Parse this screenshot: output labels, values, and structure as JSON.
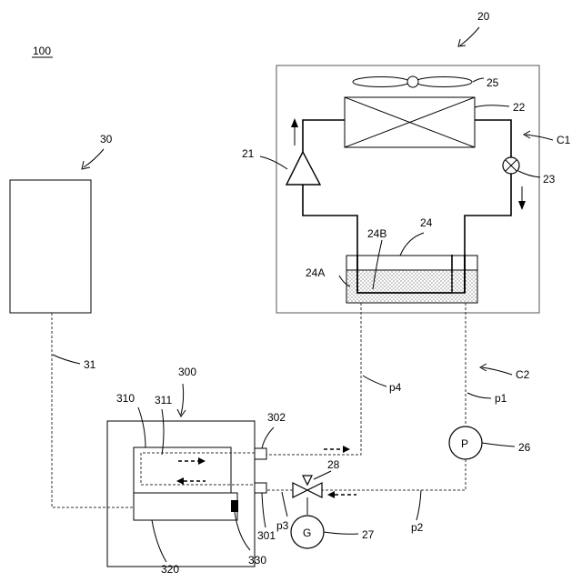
{
  "labels": {
    "system": "100",
    "outdoor_unit": "20",
    "compressor": "21",
    "heat_exchanger": "22",
    "expansion_valve": "23",
    "tank": "24",
    "tank_region_a": "24A",
    "tank_coil_b": "24B",
    "fan": "25",
    "pump": "26",
    "generator": "27",
    "valve": "28",
    "circuit_1": "C1",
    "circuit_2": "C2",
    "indoor_unit": "30",
    "indoor_line": "31",
    "unit_300": "300",
    "module_310": "310",
    "channel_311": "311",
    "module_320": "320",
    "sensor_330": "330",
    "port_301": "301",
    "port_302": "302",
    "pipe_p1": "p1",
    "pipe_p2": "p2",
    "pipe_p3": "p3",
    "pipe_p4": "p4"
  },
  "symbols": {
    "pump_letter": "P",
    "generator_letter": "G"
  }
}
